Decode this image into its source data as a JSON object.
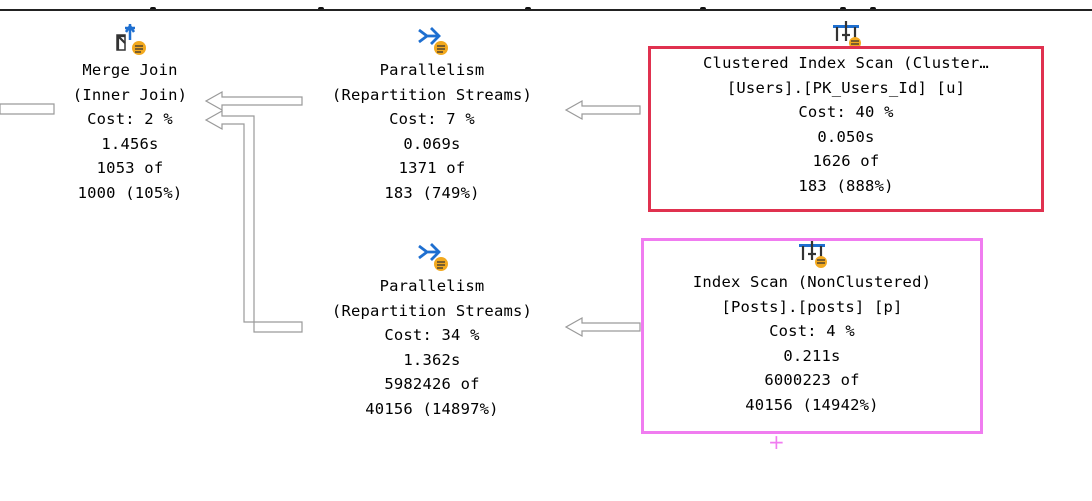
{
  "plan": {
    "merge_join": {
      "icon": "merge-join-icon",
      "lines": [
        "Merge Join",
        "(Inner Join)",
        "Cost: 2 %",
        "1.456s",
        "1053 of",
        "1000 (105%)"
      ]
    },
    "parallelism_top": {
      "icon": "parallelism-icon",
      "lines": [
        "Parallelism",
        "(Repartition Streams)",
        "Cost: 7 %",
        "0.069s",
        "1371 of",
        "183 (749%)"
      ]
    },
    "clustered_index_scan": {
      "icon": "clustered-index-scan-icon",
      "lines": [
        "Clustered Index Scan (Cluster…",
        "[Users].[PK_Users_Id] [u]",
        "Cost: 40 %",
        "0.050s",
        "1626 of",
        "183 (888%)"
      ]
    },
    "parallelism_bottom": {
      "icon": "parallelism-icon",
      "lines": [
        "Parallelism",
        "(Repartition Streams)",
        "Cost: 34 %",
        "1.362s",
        "5982426 of",
        "40156 (14897%)"
      ]
    },
    "index_scan": {
      "icon": "index-scan-icon",
      "lines": [
        "Index Scan (NonClustered)",
        "[Posts].[posts] [p]",
        "Cost: 4 %",
        "0.211s",
        "6000223 of",
        "40156 (14942%)"
      ]
    }
  },
  "highlight_plus": "+",
  "colors": {
    "highlight_red": "#e0314f",
    "highlight_pink": "#f07cf0",
    "icon_blue": "#1e6fd0",
    "icon_badge": "#f2a91f"
  }
}
